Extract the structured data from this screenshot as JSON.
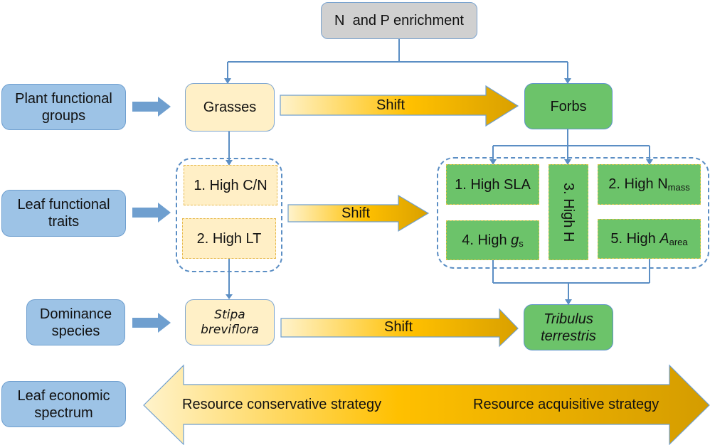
{
  "top": {
    "label": "N  and P enrichment"
  },
  "row_labels": [
    {
      "label": "Plant functional groups"
    },
    {
      "label": "Leaf functional traits"
    },
    {
      "label": "Dominance species"
    },
    {
      "label": "Leaf economic spectrum"
    }
  ],
  "groups": {
    "left": "Grasses",
    "right": "Forbs"
  },
  "traits_left": [
    {
      "label": "1. High C/N"
    },
    {
      "label": "2. High LT"
    }
  ],
  "traits_right": {
    "sla": "1. High SLA",
    "nmass_prefix": "2. High N",
    "nmass_sub": "mass",
    "height": "3. High H",
    "gs_prefix": "4. High ",
    "gs_var": "g",
    "gs_sub": "s",
    "aarea_prefix": "5. High ",
    "aarea_var": "A",
    "aarea_sub": "area"
  },
  "species": {
    "left": "Stipa breviflora",
    "left_line1": "Stipa",
    "left_line2": "breviflora",
    "right_line1": "Tribulus",
    "right_line2": "terrestris"
  },
  "shift_label": "Shift",
  "spectrum": {
    "left": "Resource conservative strategy",
    "right": "Resource acquisitive strategy"
  },
  "colors": {
    "label_blue": "#9dc3e6",
    "grass_cream": "#fff0c7",
    "forb_green": "#6cc36a",
    "top_gray": "#d0d0d0",
    "arrow_gold": "#ffc000",
    "connector": "#5b8ec4"
  }
}
